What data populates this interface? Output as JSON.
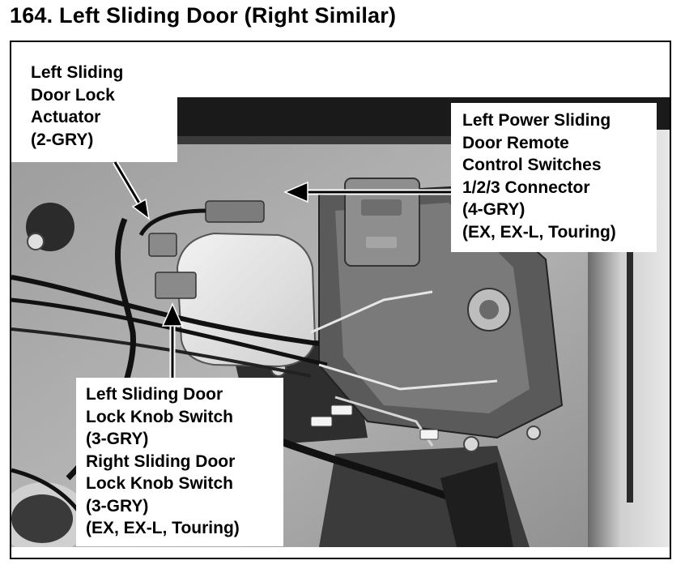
{
  "page": {
    "title": "164. Left Sliding Door (Right Similar)"
  },
  "callouts": {
    "actuator": {
      "lines": [
        "Left Sliding",
        "Door Lock",
        "Actuator",
        "(2-GRY)"
      ]
    },
    "remote_switches": {
      "lines": [
        "Left Power Sliding",
        "Door Remote",
        "Control Switches",
        "1/2/3 Connector",
        "(4-GRY)",
        "(EX, EX-L, Touring)"
      ]
    },
    "knob_switch": {
      "lines": [
        "Left Sliding Door",
        "Lock Knob Switch",
        "(3-GRY)",
        "Right Sliding Door",
        "Lock Knob Switch",
        "(3-GRY)",
        "(EX, EX-L, Touring)"
      ]
    }
  }
}
